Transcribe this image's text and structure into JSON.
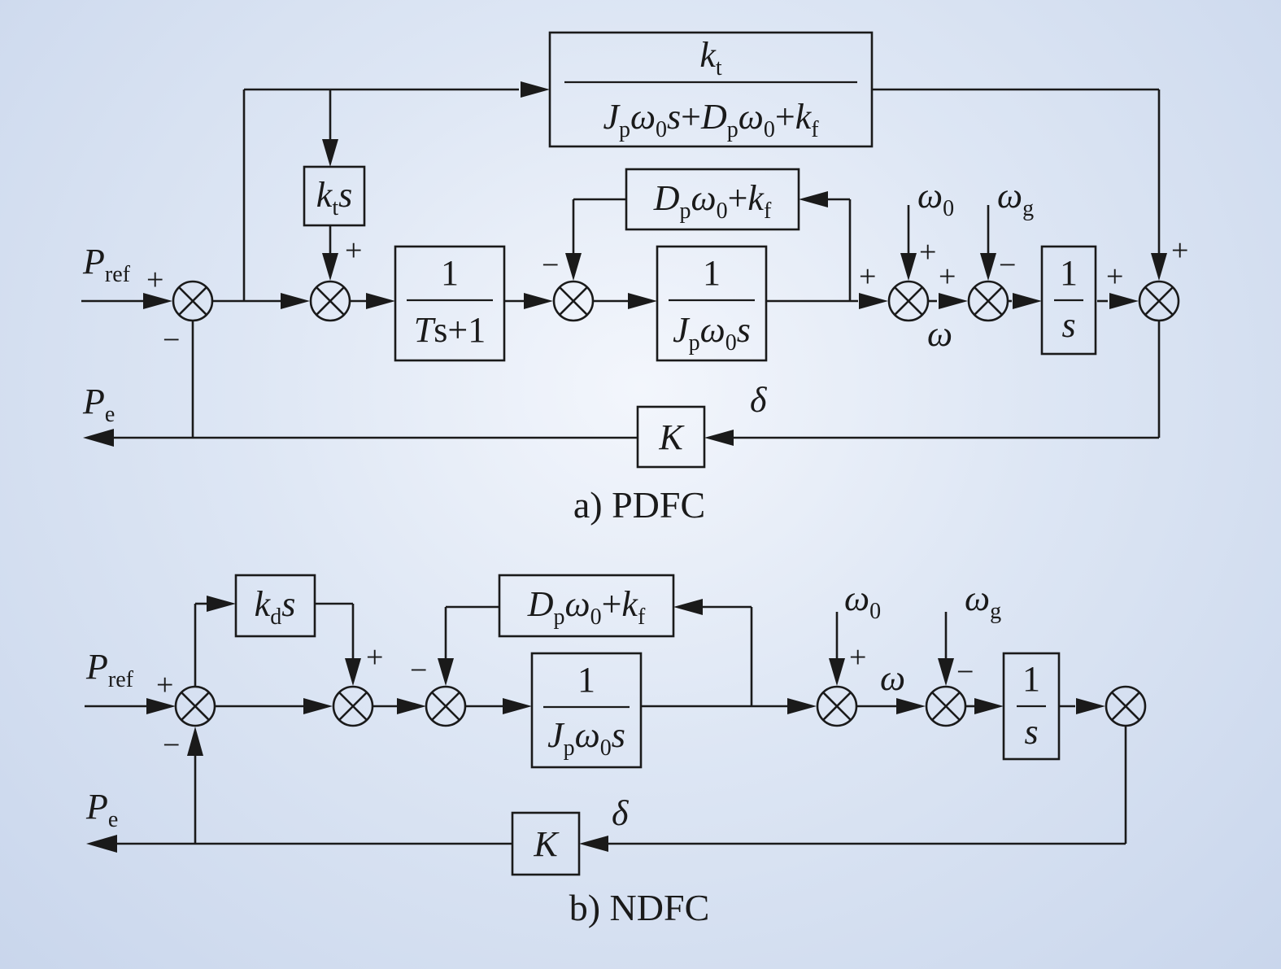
{
  "diagram_a": {
    "caption": "a) PDFC",
    "input": {
      "var": "P",
      "sub": "ref"
    },
    "output": {
      "var": "P",
      "sub": "e"
    },
    "top_block": {
      "num_k": "k",
      "num_sub": "t"
    },
    "kt_block": {
      "k": "k",
      "sub": "t",
      "s": "s"
    },
    "filter_block": {
      "num": "1",
      "den_T": "T",
      "den_rest": "s+1"
    },
    "damping_block": {
      "D": "D",
      "Dsub": "p",
      "w": "ω",
      "wsub": "0",
      "plus": "+",
      "k": "k",
      "ksub": "f"
    },
    "inertia_block": {
      "num": "1",
      "J": "J",
      "Jsub": "p",
      "w": "ω",
      "wsub": "0",
      "s": "s"
    },
    "integrator_block": {
      "num": "1",
      "den": "s"
    },
    "gain_block": "K",
    "omega0": {
      "w": "ω",
      "sub": "0"
    },
    "omegag": {
      "w": "ω",
      "sub": "g"
    },
    "omega": "ω",
    "delta": "δ",
    "plus": "+",
    "minus": "−"
  },
  "diagram_b": {
    "caption": "b) NDFC",
    "input": {
      "var": "P",
      "sub": "ref"
    },
    "output": {
      "var": "P",
      "sub": "e"
    },
    "kd_block": {
      "k": "k",
      "sub": "d",
      "s": "s"
    },
    "damping_block": {
      "D": "D",
      "Dsub": "p",
      "w": "ω",
      "wsub": "0",
      "plus": "+",
      "k": "k",
      "ksub": "f"
    },
    "inertia_block": {
      "num": "1",
      "J": "J",
      "Jsub": "p",
      "w": "ω",
      "wsub": "0",
      "s": "s"
    },
    "integrator_block": {
      "num": "1",
      "den": "s"
    },
    "gain_block": "K",
    "omega0": {
      "w": "ω",
      "sub": "0"
    },
    "omegag": {
      "w": "ω",
      "sub": "g"
    },
    "omega": "ω",
    "delta": "δ",
    "plus": "+",
    "minus": "−"
  }
}
